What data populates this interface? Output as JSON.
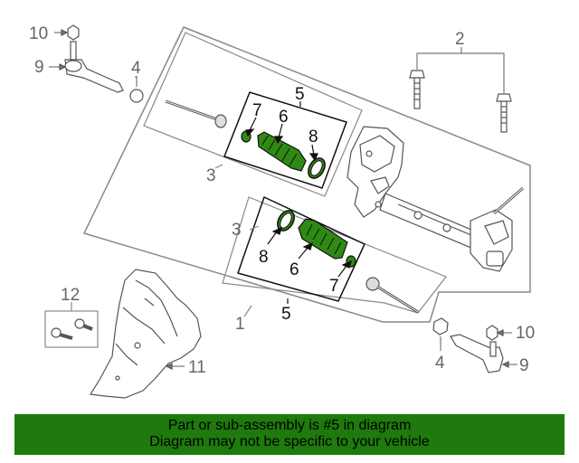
{
  "callouts": {
    "c1": "1",
    "c2": "2",
    "c3_upper": "3",
    "c3_lower": "3",
    "c4_upper": "4",
    "c4_lower": "4",
    "c5_upper": "5",
    "c5_lower": "5",
    "c6_upper": "6",
    "c6_lower": "6",
    "c7_upper": "7",
    "c7_lower": "7",
    "c8_upper": "8",
    "c8_lower": "8",
    "c9_upper": "9",
    "c9_lower": "9",
    "c10_upper": "10",
    "c10_lower": "10",
    "c11": "11",
    "c12": "12"
  },
  "banner": {
    "line1": "Part or sub-assembly is #5 in diagram",
    "line2": "Diagram may not be specific to your vehicle"
  },
  "colors": {
    "highlight": "#2f8a14",
    "banner": "#1e7a0c",
    "line": "#777777"
  }
}
